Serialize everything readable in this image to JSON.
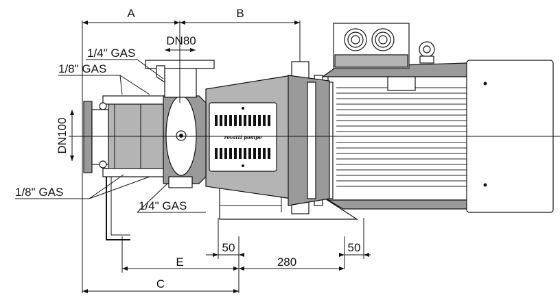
{
  "dimensions": {
    "a": "A",
    "b": "B",
    "c": "C",
    "e": "E",
    "dn80": "DN80",
    "dn100": "DN100",
    "d50_left": "50",
    "d280": "280",
    "d50_right": "50"
  },
  "ports": {
    "gas_quarter_top": "1/4\" GAS",
    "gas_eighth_top": "1/8\" GAS",
    "gas_eighth_bottom": "1/8\" GAS",
    "gas_quarter_bottom": "1/4\" GAS"
  },
  "nameplate": {
    "brand": "rovatti pompe"
  }
}
